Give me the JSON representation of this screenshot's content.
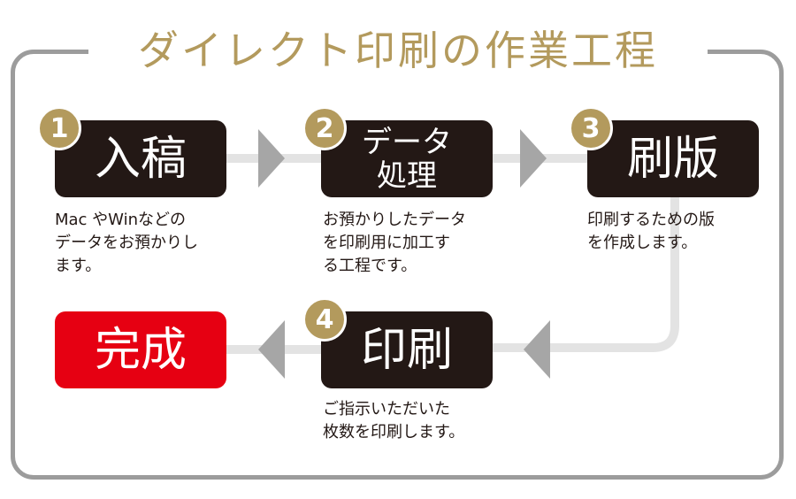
{
  "title": "ダイレクト印刷の作業工程",
  "colors": {
    "dark": "#231815",
    "gold": "#b39a5d",
    "red": "#e60012",
    "frame": "#9c9c9c",
    "connector": "#e3e3e3",
    "arrow": "#a6a6a6"
  },
  "steps": [
    {
      "number": "1",
      "label": "入稿",
      "desc_lines": [
        "Mac やWinなどの",
        "データをお預かりし",
        "ます。"
      ]
    },
    {
      "number": "2",
      "label_lines": [
        "データ",
        "処理"
      ],
      "desc_lines": [
        "お預かりしたデータ",
        "を印刷用に加工す",
        "る工程です。"
      ]
    },
    {
      "number": "3",
      "label": "刷版",
      "desc_lines": [
        "印刷するための版",
        "を作成します。"
      ]
    },
    {
      "number": "4",
      "label": "印刷",
      "desc_lines": [
        "ご指示いただいた",
        "枚数を印刷します。"
      ]
    }
  ],
  "final": {
    "label": "完成"
  }
}
